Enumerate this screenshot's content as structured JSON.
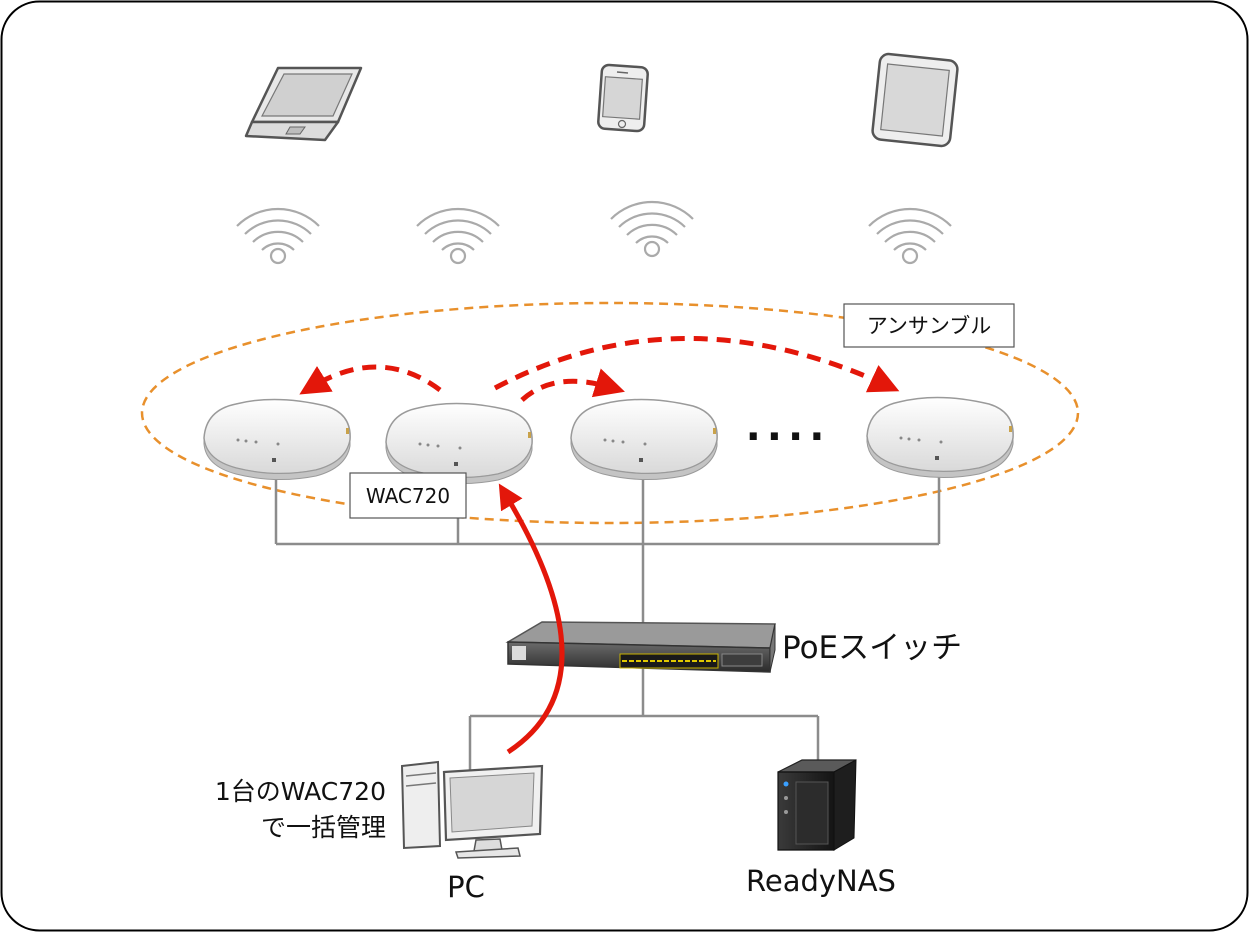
{
  "labels": {
    "ensemble": "アンサンブル",
    "wac_box": "WAC720",
    "dots": "....",
    "poe_switch": "PoEスイッチ",
    "pc_caption_line1": "1台のWAC720",
    "pc_caption_line2": "で一括管理",
    "pc": "PC",
    "nas": "ReadyNAS"
  },
  "colors": {
    "ensemble_ring": "#e8902c",
    "arrow": "#e3170a",
    "wire": "#8c8c8c",
    "icon_gray": "#aaaaaa",
    "frame": "#000000"
  },
  "icons": {
    "clients": [
      "laptop-icon",
      "smartphone-icon",
      "tablet-icon"
    ],
    "wifi_signals": 4,
    "access_points": 4
  }
}
